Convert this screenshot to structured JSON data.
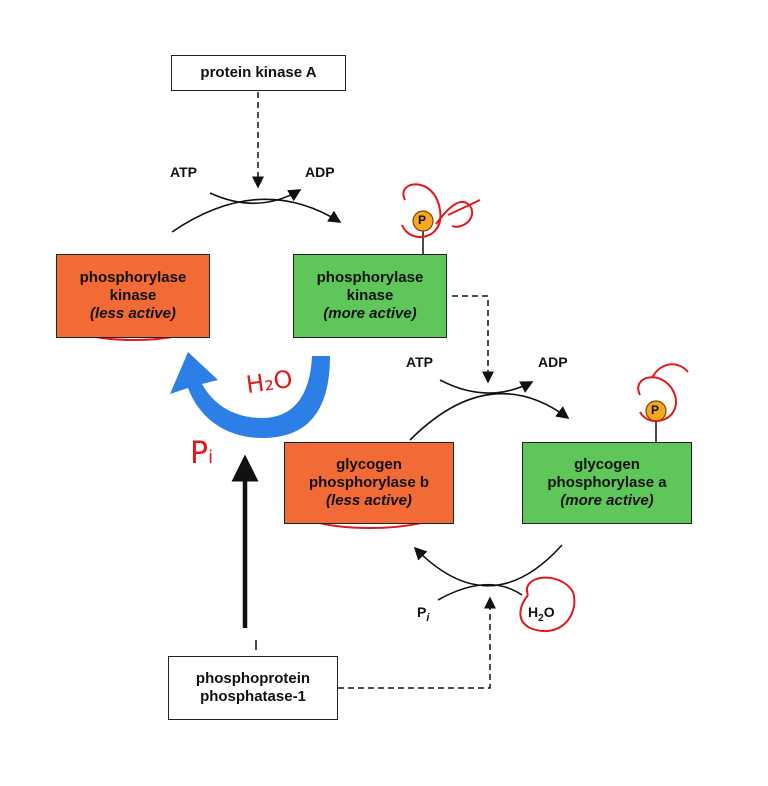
{
  "boxes": {
    "pka": "protein kinase A",
    "pk_less": {
      "line1": "phosphorylase",
      "line2": "kinase",
      "line3": "(less active)"
    },
    "pk_more": {
      "line1": "phosphorylase",
      "line2": "kinase",
      "line3": "(more active)"
    },
    "gp_b": {
      "line1": "glycogen",
      "line2": "phosphorylase b",
      "line3": "(less active)"
    },
    "gp_a": {
      "line1": "glycogen",
      "line2": "phosphorylase a",
      "line3": "(more active)"
    },
    "pp1": {
      "line1": "phosphoprotein",
      "line2": "phosphatase-1"
    }
  },
  "labels": {
    "atp_top": "ATP",
    "adp_top": "ADP",
    "atp_mid": "ATP",
    "adp_mid": "ADP",
    "pi_bottom": "P",
    "pi_sub": "i",
    "h2o_bottom_h": "H",
    "h2o_bottom_2": "2",
    "h2o_bottom_o": "O",
    "phospho1": "P",
    "phospho2": "P"
  },
  "annotations": {
    "h2o_hand": "H₂O",
    "pi_hand": "P",
    "pi_hand_sub": "i"
  },
  "colors": {
    "orange": "#f26a35",
    "green": "#5fc65a",
    "blue_arrow": "#2b7fe6",
    "annotation_red": "#e0191b",
    "phosphate": "#f5a623"
  }
}
